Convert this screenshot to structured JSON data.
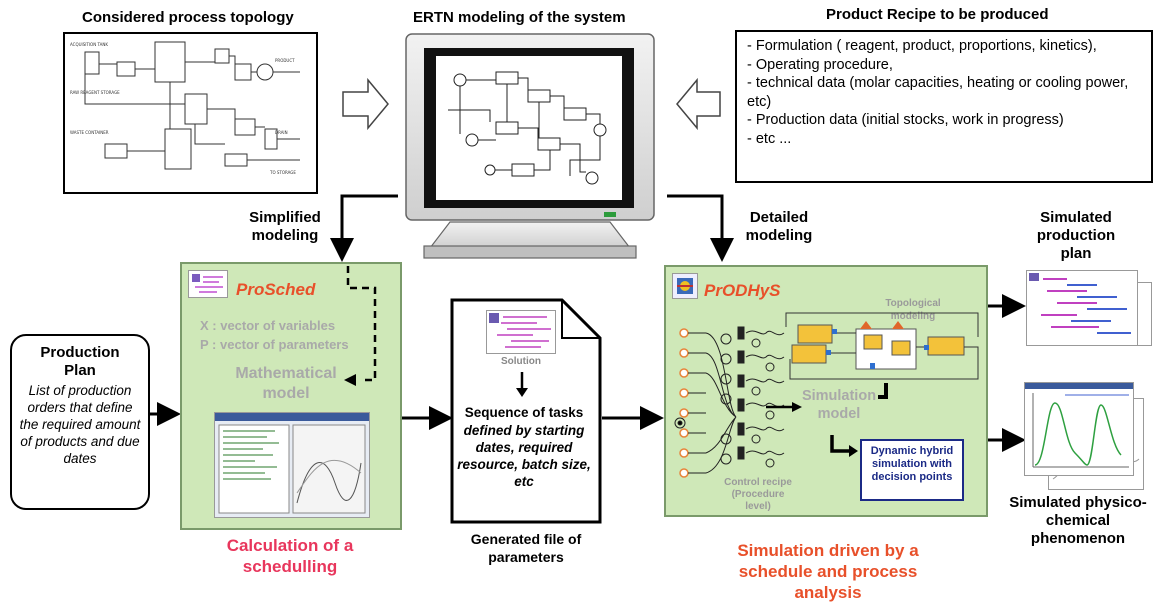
{
  "top": {
    "topology_title": "Considered process topology",
    "ertn_title": "ERTN modeling of the system",
    "recipe_title": "Product Recipe to be produced",
    "recipe_lines": [
      "- Formulation  ( reagent,  product,  proportions, kinetics),",
      "- Operating procedure,",
      "- technical data (molar capacities, heating or cooling power, etc)",
      "- Production data (initial stocks, work in progress)",
      "- etc ..."
    ]
  },
  "middle": {
    "simplified": "Simplified modeling",
    "detailed": "Detailed modeling"
  },
  "production_plan": {
    "title": "Production Plan",
    "text": "List of production orders that define the required amount of products and due dates"
  },
  "prosched": {
    "name": "ProSched",
    "x_line": "X : vector of variables",
    "p_line": "P : vector of parameters",
    "math_model": "Mathematical model",
    "caption": "Calculation of a schedulling"
  },
  "file": {
    "solution": "Solution",
    "sequence_title": "Sequence of tasks",
    "sequence_text": "defined by starting dates, required resource, batch size, etc",
    "caption": "Generated file of parameters"
  },
  "prodhys": {
    "name": "PrODHyS",
    "topological": "Topological modeling",
    "simulation_model": "Simulation model",
    "control_recipe": "Control recipe (Procedure level)",
    "dynamic_box": "Dynamic hybrid simulation with decision points",
    "caption": "Simulation driven by  a schedule and process analysis"
  },
  "outputs": {
    "plan": "Simulated production plan",
    "phenomenon": "Simulated physico-chemical phenomenon"
  },
  "colors": {
    "green_panel": "#cfe8b8",
    "red_caption": "#e8502a",
    "pink_caption": "#e8365c"
  }
}
